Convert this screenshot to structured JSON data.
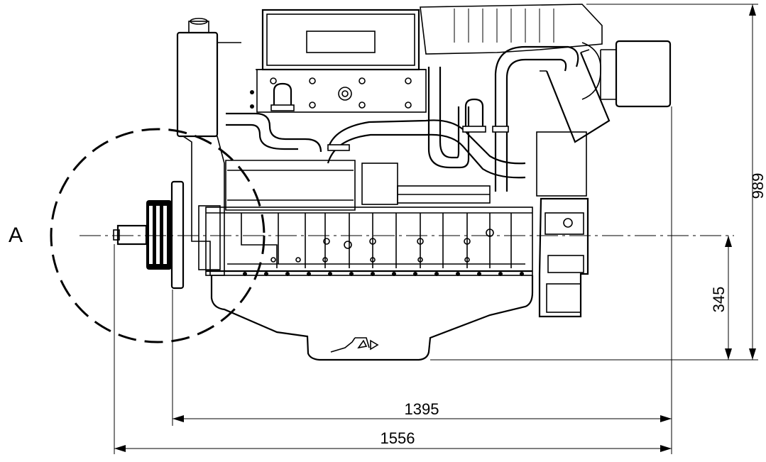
{
  "drawing": {
    "detail_label": "A",
    "dimensions": {
      "overall_height": "989",
      "shaft_center_height": "345",
      "engine_length": "1395",
      "overall_length": "1556"
    },
    "colors": {
      "line": "#000000",
      "background": "#ffffff"
    }
  }
}
